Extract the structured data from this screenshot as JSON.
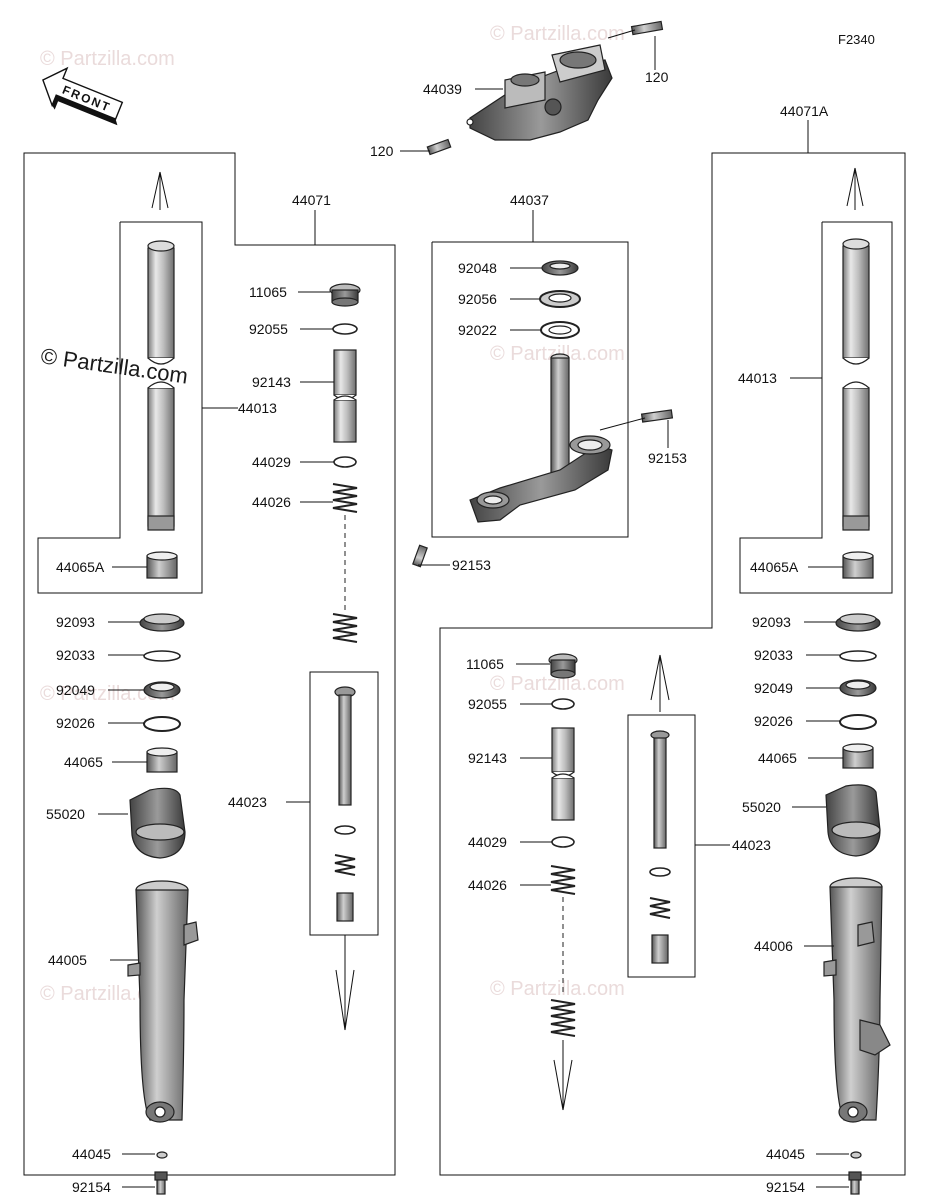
{
  "diagram": {
    "figure_code": "F2340",
    "front_label": "FRONT",
    "watermark_small": "© Partzilla.com",
    "watermark_main": "© Partzilla.com",
    "labels": {
      "p120a": "120",
      "p120b": "120",
      "p44039": "44039",
      "p44071": "44071",
      "p44071A": "44071A",
      "p44037": "44037",
      "p92048": "92048",
      "p92056": "92056",
      "p92022": "92022",
      "p92153a": "92153",
      "p92153b": "92153",
      "L11065": "11065",
      "L92055": "92055",
      "L92143": "92143",
      "L44029": "44029",
      "L44026": "44026",
      "L44023": "44023",
      "L44013": "44013",
      "L44065A": "44065A",
      "L92093": "92093",
      "L92033": "92033",
      "L92049": "92049",
      "L92026": "92026",
      "L44065": "44065",
      "L55020": "55020",
      "L44005": "44005",
      "L44045": "44045",
      "L92154": "92154",
      "R11065": "11065",
      "R92055": "92055",
      "R92143": "92143",
      "R44029": "44029",
      "R44026": "44026",
      "R44023": "44023",
      "R44013": "44013",
      "R44065A": "44065A",
      "R92093": "92093",
      "R92033": "92033",
      "R92049": "92049",
      "R92026": "92026",
      "R44065": "44065",
      "R55020": "55020",
      "R44006": "44006",
      "R44045": "44045",
      "R92154": "92154"
    }
  }
}
